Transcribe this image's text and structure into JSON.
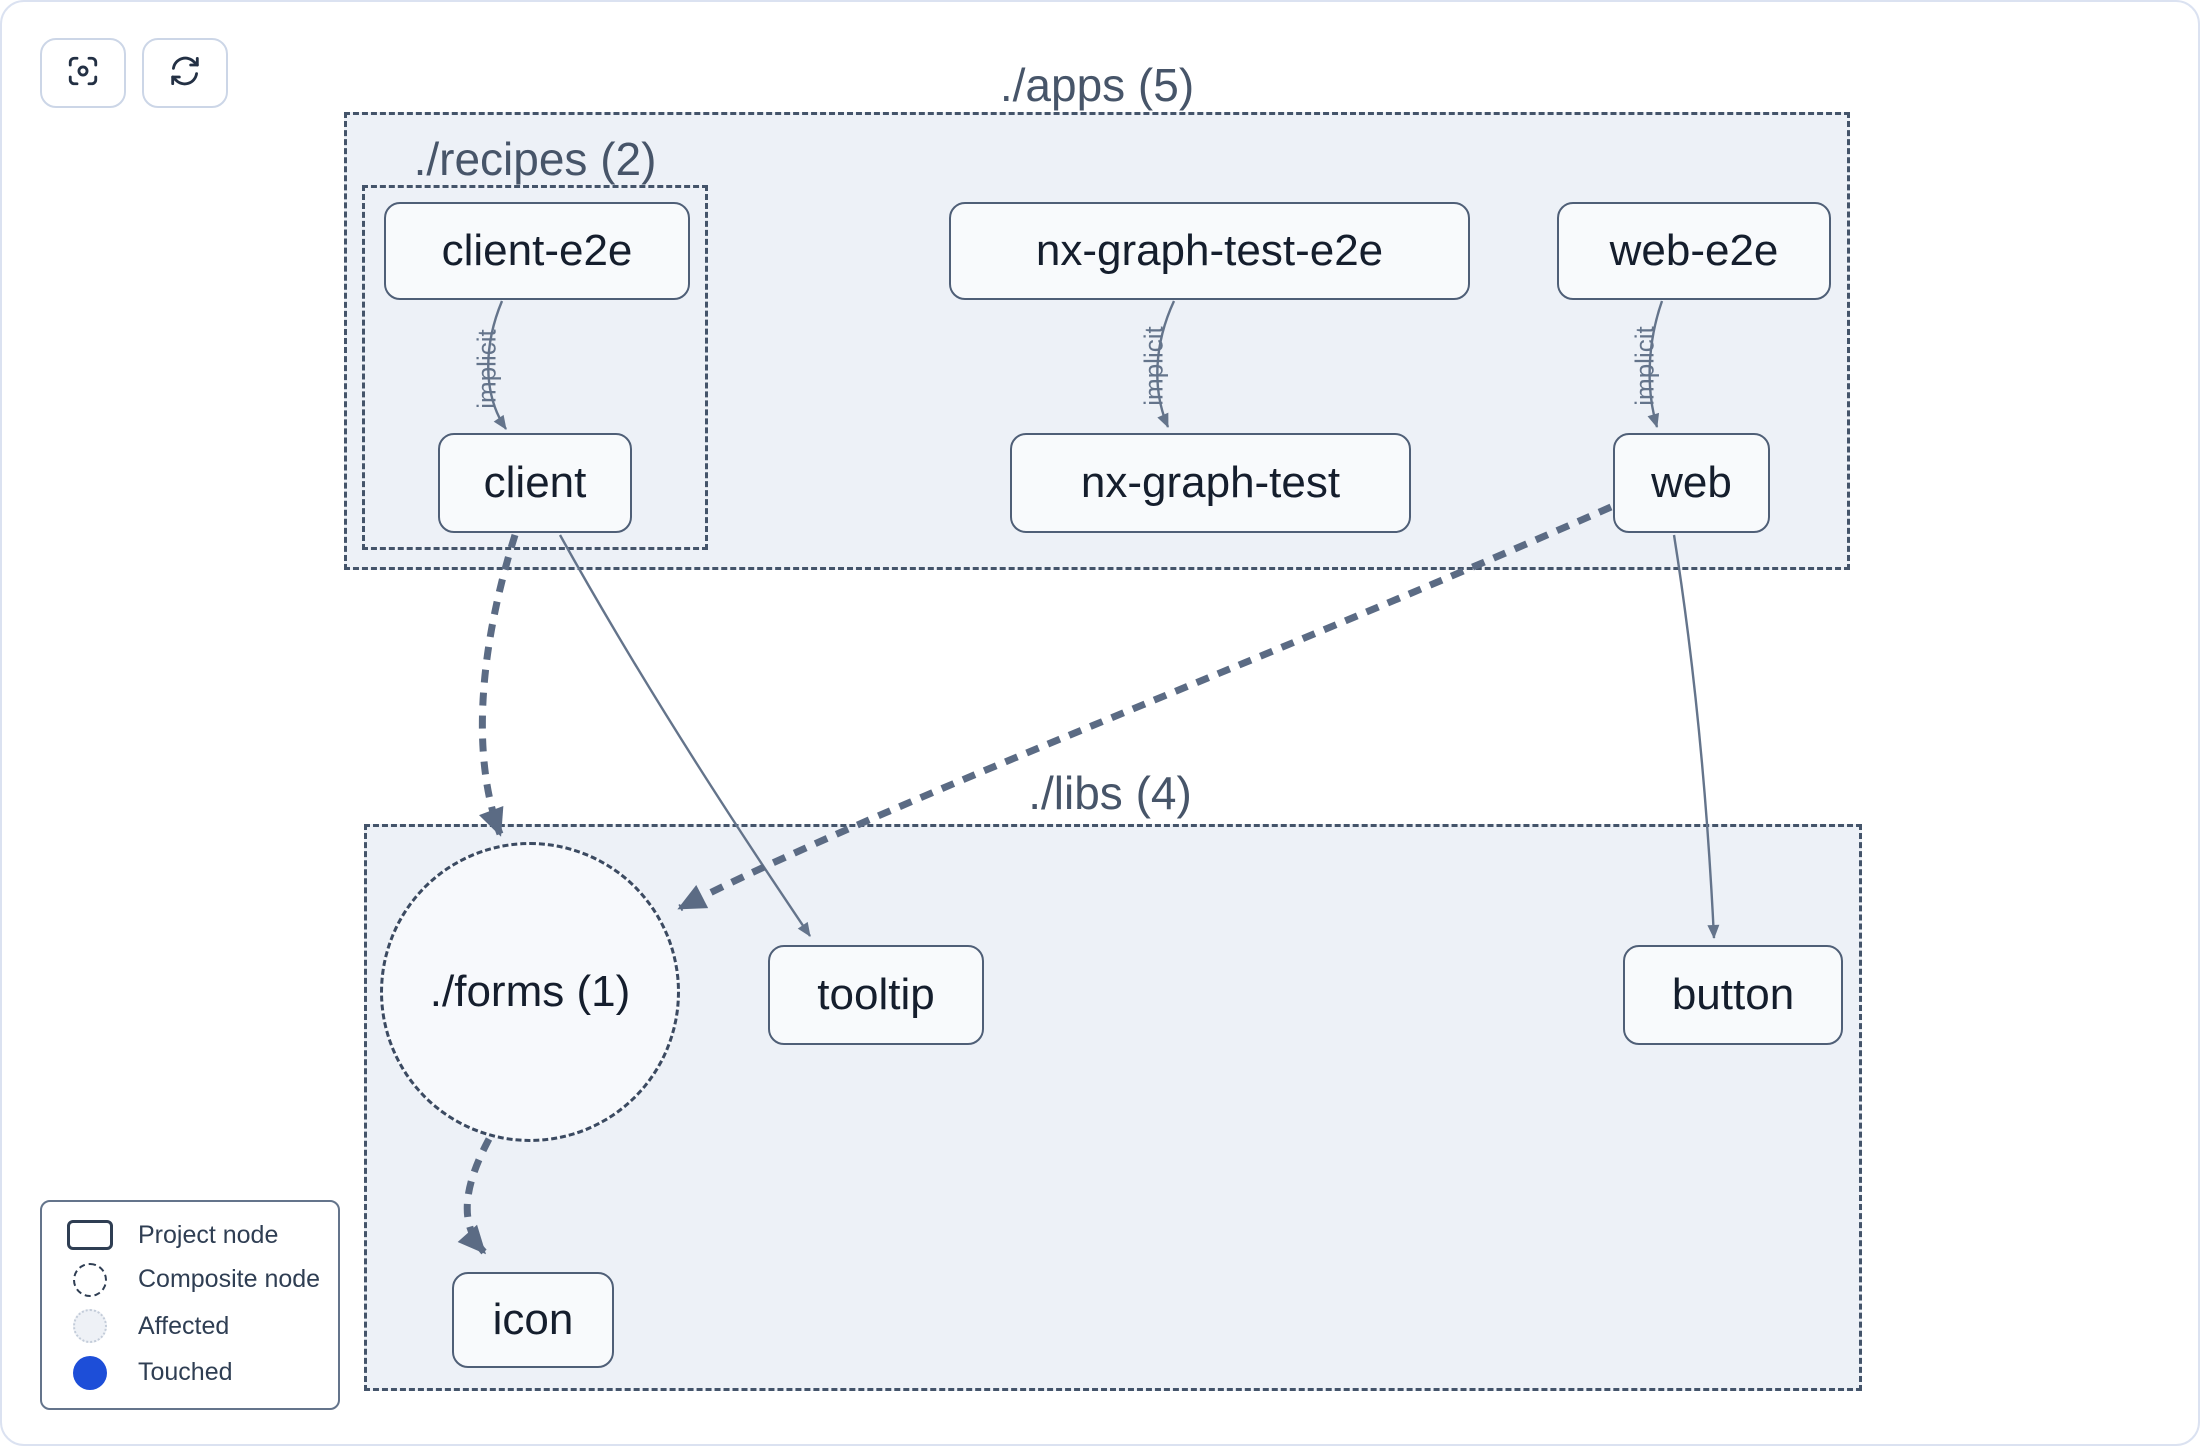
{
  "toolbar": {
    "buttons": [
      {
        "icon": "focus-icon"
      },
      {
        "icon": "refresh-icon"
      }
    ]
  },
  "graph": {
    "groups": {
      "apps": {
        "label": "./apps (5)"
      },
      "recipes": {
        "label": "./recipes (2)"
      },
      "libs": {
        "label": "./libs (4)"
      }
    },
    "nodes": {
      "client_e2e": {
        "label": "client-e2e",
        "type": "project"
      },
      "nx_graph_test_e2e": {
        "label": "nx-graph-test-e2e",
        "type": "project"
      },
      "web_e2e": {
        "label": "web-e2e",
        "type": "project"
      },
      "client": {
        "label": "client",
        "type": "project"
      },
      "nx_graph_test": {
        "label": "nx-graph-test",
        "type": "project"
      },
      "web": {
        "label": "web",
        "type": "project"
      },
      "forms": {
        "label": "./forms (1)",
        "type": "composite"
      },
      "tooltip": {
        "label": "tooltip",
        "type": "project"
      },
      "button": {
        "label": "button",
        "type": "project"
      },
      "icon": {
        "label": "icon",
        "type": "project"
      }
    },
    "edges": [
      {
        "source": "client-e2e",
        "target": "client",
        "label": "implicit",
        "style": "thin-solid"
      },
      {
        "source": "nx-graph-test-e2e",
        "target": "nx-graph-test",
        "label": "implicit",
        "style": "thin-solid"
      },
      {
        "source": "web-e2e",
        "target": "web",
        "label": "implicit",
        "style": "thin-solid"
      },
      {
        "source": "client",
        "target": "./forms (1)",
        "label": "",
        "style": "thick-dashed"
      },
      {
        "source": "client",
        "target": "tooltip",
        "label": "",
        "style": "thin-solid"
      },
      {
        "source": "web",
        "target": "./forms (1)",
        "label": "",
        "style": "thick-dashed"
      },
      {
        "source": "web",
        "target": "button",
        "label": "",
        "style": "thin-solid"
      },
      {
        "source": "./forms (1)",
        "target": "icon",
        "label": "",
        "style": "thick-dashed"
      }
    ]
  },
  "legend": {
    "items": [
      {
        "icon": "project-node-swatch",
        "label": "Project node"
      },
      {
        "icon": "composite-node-swatch",
        "label": "Composite node"
      },
      {
        "icon": "affected-swatch",
        "label": "Affected"
      },
      {
        "icon": "touched-swatch",
        "label": "Touched"
      }
    ]
  },
  "colors": {
    "touched_blue": "#1d4ed8",
    "affected_fill": "#eef1f6",
    "edge": "#64748b",
    "container_border": "#44546a",
    "node_border": "#4f5f77",
    "container_fill": "#edf1f7"
  }
}
